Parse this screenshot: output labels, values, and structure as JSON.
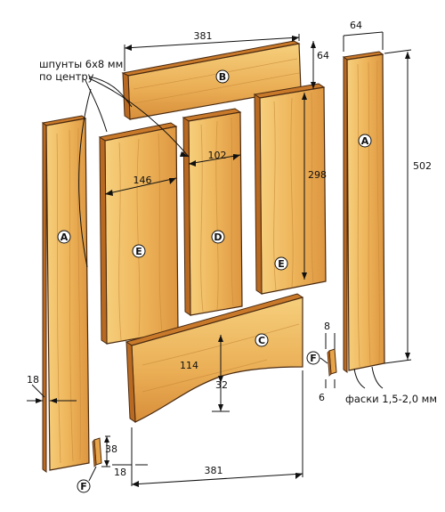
{
  "title": "",
  "note": {
    "line1": "шпунты 6x8 мм",
    "line2": "по центру"
  },
  "chamfer_note": "фаски 1,5-2,0 мм",
  "parts": {
    "A_left": "A",
    "A_right": "A",
    "B": "B",
    "C": "C",
    "D": "D",
    "E_left": "E",
    "E_right": "E",
    "F_left": "F",
    "F_right": "F"
  },
  "dimensions": {
    "top_width": "381",
    "b_height": "64",
    "side_width": "64",
    "total_height": "502",
    "e_width": "146",
    "d_width": "102",
    "panel_height": "298",
    "c_height": "114",
    "arc_depth": "32",
    "stile_thickness": "18",
    "bottom_width": "381",
    "bottom_thickness": "18",
    "f_height": "38",
    "f_right_top": "8",
    "f_right_bottom": "6"
  },
  "colors": {
    "wood_light": "#f3c36a",
    "wood_mid": "#e7a449",
    "wood_dark": "#c9792a",
    "outline": "#4a2a10"
  }
}
